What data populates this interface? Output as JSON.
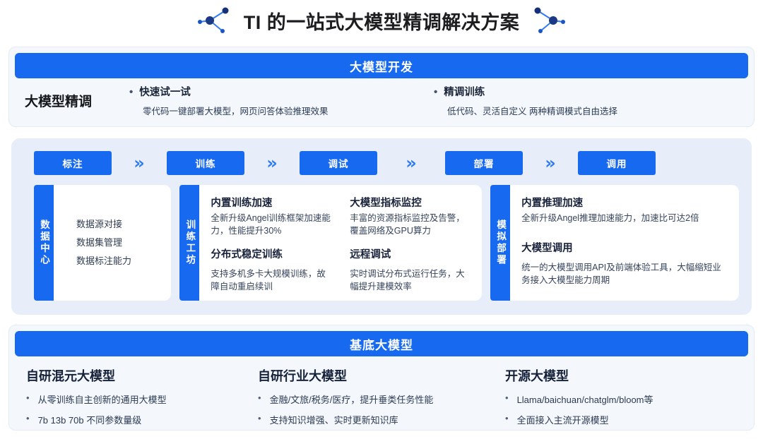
{
  "title": "TI 的一站式大模型精调解决方案",
  "colors": {
    "brand_blue": "#1769f0",
    "panel_bg": "#f4f8fd",
    "pipeline_bg": "#e7eefa"
  },
  "development": {
    "header": "大模型开发",
    "row_label": "大模型精调",
    "items": [
      {
        "bullet": "•",
        "title": "快速试一试",
        "desc": "零代码一键部署大模型，网页问答体验推理效果"
      },
      {
        "bullet": "•",
        "title": "精调训练",
        "desc": "低代码、灵活自定义 两种精调模式自由选择"
      }
    ]
  },
  "pipeline": {
    "steps": [
      "标注",
      "训练",
      "调试",
      "部署",
      "调用"
    ],
    "chevron": "»",
    "cards": [
      {
        "tab": "数据中心",
        "list": [
          "数据源对接",
          "数据集管理",
          "数据标注能力"
        ]
      },
      {
        "tab": "训练工坊",
        "columns": [
          {
            "features": [
              {
                "title": "内置训练加速",
                "desc": "全新升级Angel训练框架加速能力，性能提升30%"
              },
              {
                "title": "分布式稳定训练",
                "desc": "支持多机多卡大规模训练，故障自动重启续训"
              }
            ]
          },
          {
            "features": [
              {
                "title": "大模型指标监控",
                "desc": "丰富的资源指标监控及告警，覆盖网络及GPU算力"
              },
              {
                "title": "远程调试",
                "desc": "实时调试分布式运行任务，大幅提升建模效率"
              }
            ]
          }
        ]
      },
      {
        "tab": "模拟部署",
        "columns": [
          {
            "features": [
              {
                "title": "内置推理加速",
                "desc": "全新升级Angel推理加速能力，加速比可达2倍"
              },
              {
                "title": "大模型调用",
                "desc": "统一的大模型调用API及前端体验工具，大幅缩短业务接入大模型能力周期"
              }
            ]
          }
        ]
      }
    ]
  },
  "base_models": {
    "header": "基底大模型",
    "columns": [
      {
        "title": "自研混元大模型",
        "items": [
          "从零训练自主创新的通用大模型",
          "7b 13b 70b 不同参数量级"
        ]
      },
      {
        "title": "自研行业大模型",
        "items": [
          "金融/文旅/税务/医疗，提升垂类任务性能",
          "支持知识增强、实时更新知识库"
        ]
      },
      {
        "title": "开源大模型",
        "items": [
          "Llama/baichuan/chatglm/bloom等",
          "全面接入主流开源模型"
        ]
      }
    ]
  }
}
